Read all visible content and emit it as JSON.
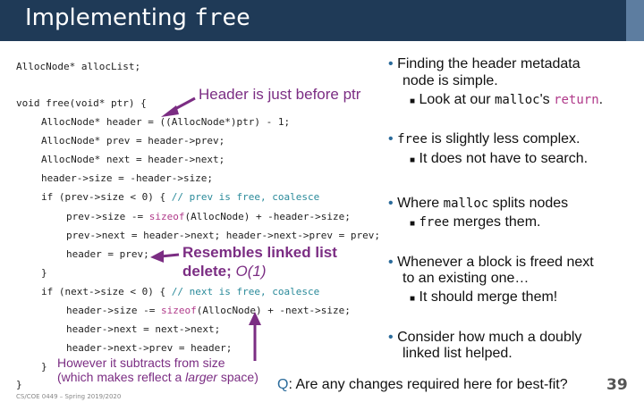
{
  "title": {
    "prefix": "Implementing ",
    "mono": "free"
  },
  "code": {
    "l1": "AllocNode* allocList;",
    "l2": "void free(void* ptr) {",
    "l3": "AllocNode* header = ((AllocNode*)ptr) - 1;",
    "l4": "AllocNode* prev = header->prev;",
    "l5": "AllocNode* next = header->next;",
    "l6": "header->size = -header->size;",
    "l7a": "if (prev->size < 0) { ",
    "l7c": "// prev is free, coalesce",
    "l8a": "prev->size -= ",
    "l8k": "sizeof",
    "l8b": "(AllocNode) + -header->size;",
    "l9": "prev->next = header->next; header->next->prev = prev;",
    "l10": "header = prev;",
    "l11": "}",
    "l12a": "if (next->size < 0) { ",
    "l12c": "// next is free, coalesce",
    "l13a": "header->size -= ",
    "l13k": "sizeof",
    "l13b": "(AllocNode) + -next->size;",
    "l14": "header->next = next->next;",
    "l15": "header->next->prev = header;",
    "l16": "}",
    "l17": "}"
  },
  "annotations": {
    "header_before": "Header is just before ptr",
    "resembles_1": "Resembles linked list",
    "resembles_2a": "delete; ",
    "resembles_2b": "O(1)",
    "however_1": "However it subtracts from size",
    "however_2a": "(which makes reflect a ",
    "however_2b": "larger",
    "however_2c": " space)"
  },
  "bullets": {
    "b1_1": "Finding the header metadata",
    "b1_2": "node is simple.",
    "b1_sub_a": "Look at our ",
    "b1_sub_m1": "malloc",
    "b1_sub_b": "'s ",
    "b1_sub_m2": "return",
    "b1_sub_c": ".",
    "b2_m": "free",
    "b2_t": " is slightly less complex.",
    "b2_sub": "It does not have to search.",
    "b3_a": "Where ",
    "b3_m": "malloc",
    "b3_b": " splits nodes",
    "b3_sub_m": "free",
    "b3_sub_t": " merges them.",
    "b4_1": "Whenever a block is freed next",
    "b4_2": "to an existing one…",
    "b4_sub": "It should merge them!",
    "b5_1": "Consider how much a doubly",
    "b5_2": "linked list helped."
  },
  "question": {
    "q": "Q",
    "text": ": Are any changes required here for best-fit?"
  },
  "footer": "CS/COE 0449 – Spring 2019/2020",
  "page_number": "39",
  "colors": {
    "title_bar": "#1f3a57",
    "accent": "#7b2d83",
    "comment": "#2a8a9a",
    "keyword": "#b03a8a"
  }
}
